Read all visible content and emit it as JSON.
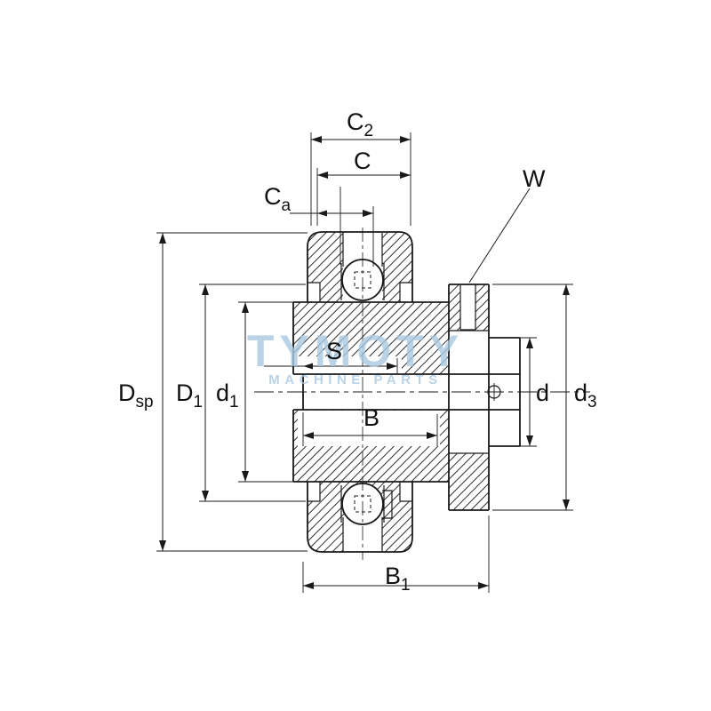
{
  "watermark": {
    "line1": "TYMOTY",
    "line2": "MACHINE PARTS"
  },
  "labels": {
    "c2": {
      "main": "C",
      "sub": "2"
    },
    "c": {
      "main": "C",
      "sub": ""
    },
    "ca": {
      "main": "C",
      "sub": "a"
    },
    "w": {
      "main": "W",
      "sub": ""
    },
    "dsp": {
      "main": "D",
      "sub": "sp"
    },
    "d1_outer": {
      "main": "D",
      "sub": "1"
    },
    "d1_inner": {
      "main": "d",
      "sub": "1"
    },
    "s": {
      "main": "S",
      "sub": ""
    },
    "b": {
      "main": "B",
      "sub": ""
    },
    "d_bore": {
      "main": "d",
      "sub": ""
    },
    "d3": {
      "main": "d",
      "sub": "3"
    },
    "b1": {
      "main": "B",
      "sub": "1"
    }
  },
  "colors": {
    "line": "#1a1a1a",
    "watermark": "#a9c9e2",
    "background": "#ffffff"
  }
}
